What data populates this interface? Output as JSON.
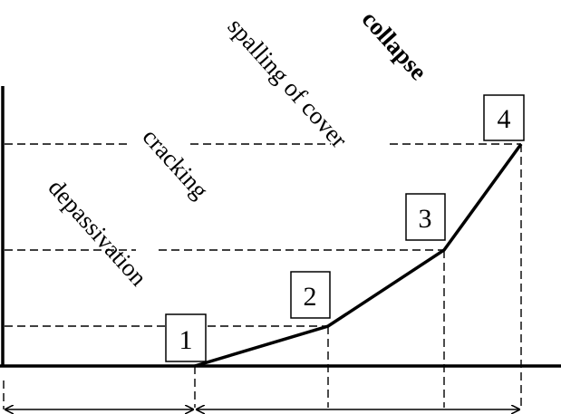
{
  "stage_labels": {
    "depassivation": "depassivation",
    "cracking": "cracking",
    "spalling": "spalling of cover",
    "collapse": "collapse"
  },
  "points": [
    {
      "id": "1",
      "label": "1"
    },
    {
      "id": "2",
      "label": "2"
    },
    {
      "id": "3",
      "label": "3"
    },
    {
      "id": "4",
      "label": "4"
    }
  ]
}
